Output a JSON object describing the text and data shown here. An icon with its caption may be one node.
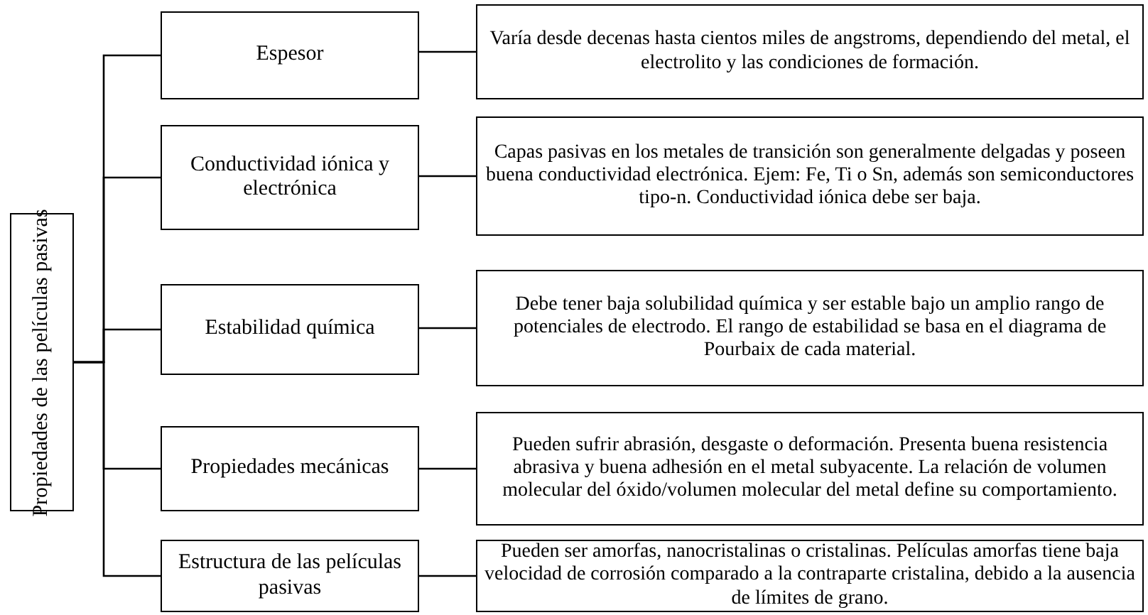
{
  "diagram": {
    "nodes": [
      {
        "text": [
          "Propiedades de las películas pasivas"
        ]
      },
      {
        "text": [
          "Espesor"
        ]
      },
      {
        "text": [
          "Varía desde decenas hasta cientos miles de angstroms, dependiendo del metal, el electrolito y las condiciones de formación."
        ]
      },
      {
        "text": [
          "Conductividad iónica y electrónica"
        ]
      },
      {
        "text": [
          "Capas pasivas en los metales de transición son generalmente delgadas y poseen buena conductividad electrónica. Ejem: Fe, Ti o Sn, además son semiconductores tipo-n. Conductividad iónica debe ser baja."
        ]
      },
      {
        "text": [
          "Estabilidad química"
        ]
      },
      {
        "text": [
          "Debe tener baja solubilidad química y ser estable bajo un amplio rango de potenciales de electrodo. El rango de estabilidad se basa en el diagrama de Pourbaix de cada material."
        ]
      },
      {
        "text": [
          "Propiedades mecánicas"
        ]
      },
      {
        "text": [
          "Pueden sufrir abrasión, desgaste o deformación. Presenta buena resistencia abrasiva y buena adhesión en el metal subyacente. La relación de volumen molecular del óxido/volumen molecular del metal define su comportamiento."
        ]
      },
      {
        "text": [
          "Estructura de las películas pasivas"
        ]
      },
      {
        "text": [
          "Pueden ser amorfas, nanocristalinas o cristalinas. Películas amorfas tiene baja velocidad de corrosión comparado a la contraparte cristalina, debido a la ausencia de límites de grano."
        ]
      }
    ],
    "edges": [
      {
        "from": 0,
        "to": 1,
        "arrow": "none"
      },
      {
        "from": 0,
        "to": 3,
        "arrow": "none"
      },
      {
        "from": 0,
        "to": 5,
        "arrow": "none"
      },
      {
        "from": 0,
        "to": 7,
        "arrow": "none"
      },
      {
        "from": 0,
        "to": 9,
        "arrow": "none"
      },
      {
        "from": 1,
        "to": 2,
        "arrow": "none"
      },
      {
        "from": 3,
        "to": 4,
        "arrow": "none"
      },
      {
        "from": 5,
        "to": 6,
        "arrow": "none"
      },
      {
        "from": 7,
        "to": 8,
        "arrow": "none"
      },
      {
        "from": 9,
        "to": 10,
        "arrow": "none"
      }
    ]
  }
}
